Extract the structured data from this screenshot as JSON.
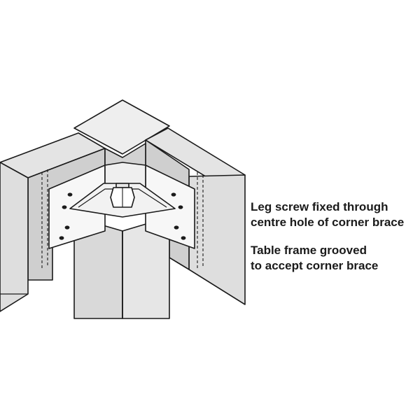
{
  "callouts": [
    {
      "lines": [
        "Leg screw fixed through",
        "centre hole of corner brace"
      ]
    },
    {
      "lines": [
        "Table frame grooved",
        "to accept corner brace"
      ]
    }
  ],
  "colors": {
    "background": "#ffffff",
    "wood_light": "#eeeeee",
    "wood_mid": "#dcdcdc",
    "wood_dark": "#c9c9c9",
    "metal": "#f7f7f7",
    "outline": "#1a1a1a",
    "text": "#1a1a1a"
  },
  "icons": {
    "leg": "table-leg",
    "rails": "table-frame-rails",
    "brace": "corner-brace",
    "screw": "leg-screw-nut"
  }
}
